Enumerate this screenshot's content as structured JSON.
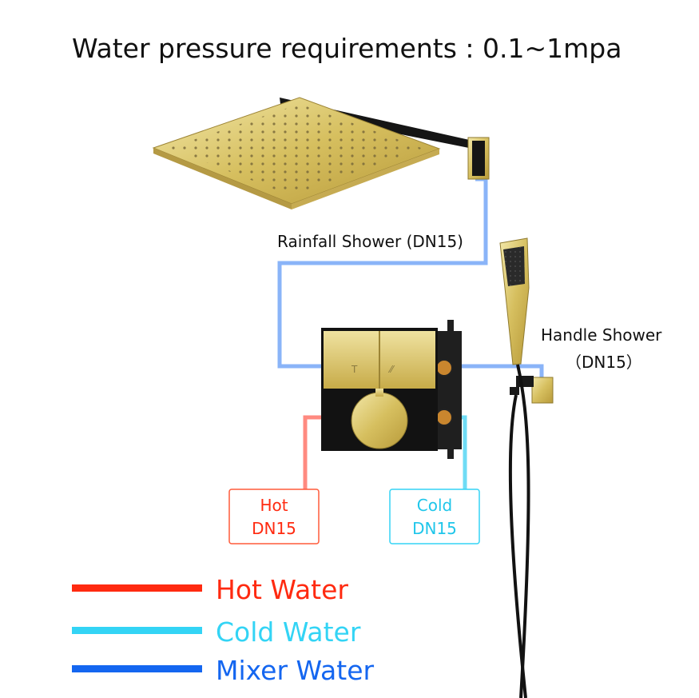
{
  "title": "Water pressure requirements :  0.1~1mpa",
  "labels": {
    "rainfall": "Rainfall Shower (DN15)",
    "handle_line1": "Handle Shower",
    "handle_line2": "（DN15）",
    "hot_line1": "Hot",
    "hot_line2": "DN15",
    "cold_line1": "Cold",
    "cold_line2": "DN15"
  },
  "legend": [
    {
      "label": "Hot Water",
      "color": "#ff2a10"
    },
    {
      "label": "Cold Water",
      "color": "#33d4f5"
    },
    {
      "label": "Mixer Water",
      "color": "#1466f0"
    }
  ],
  "colors": {
    "hot_pipe": "#ff8a80",
    "cold_pipe": "#6fdcf5",
    "mixer_pipe": "#8ab4f8",
    "gold": "#d8c268",
    "black": "#151515"
  },
  "icons": [
    "rain-shower-head-icon",
    "wall-arm-icon",
    "hand-shower-icon",
    "mixing-valve-icon",
    "shower-hose-icon"
  ]
}
